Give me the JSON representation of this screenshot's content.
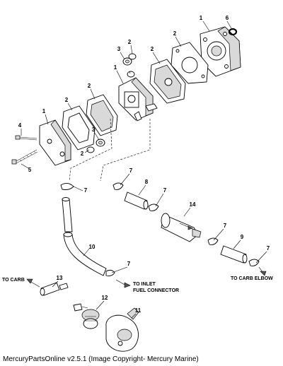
{
  "callouts": {
    "n1a": "1",
    "n1b": "1",
    "n1c": "1",
    "n2a": "2",
    "n2b": "2",
    "n2c": "2",
    "n2d": "2",
    "n2e": "2",
    "n2f": "2",
    "n3a": "3",
    "n3b": "3",
    "n4": "4",
    "n5": "5",
    "n6": "6",
    "n7a": "7",
    "n7b": "7",
    "n7c": "7",
    "n7d": "7",
    "n7e": "7",
    "n7f": "7",
    "n8": "8",
    "n9": "9",
    "n10": "10",
    "n11": "11",
    "n12": "12",
    "n13": "13",
    "n14": "14"
  },
  "labels": {
    "to_carb": "TO CARB",
    "to_carb_elbow": "TO CARB ELBOW",
    "to_inlet_line1": "TO INLET",
    "to_inlet_line2": "FUEL CONNECTOR"
  },
  "footer": "MercuryPartsOnline v2.5.1 (Image Copyright- Mercury Marine)"
}
